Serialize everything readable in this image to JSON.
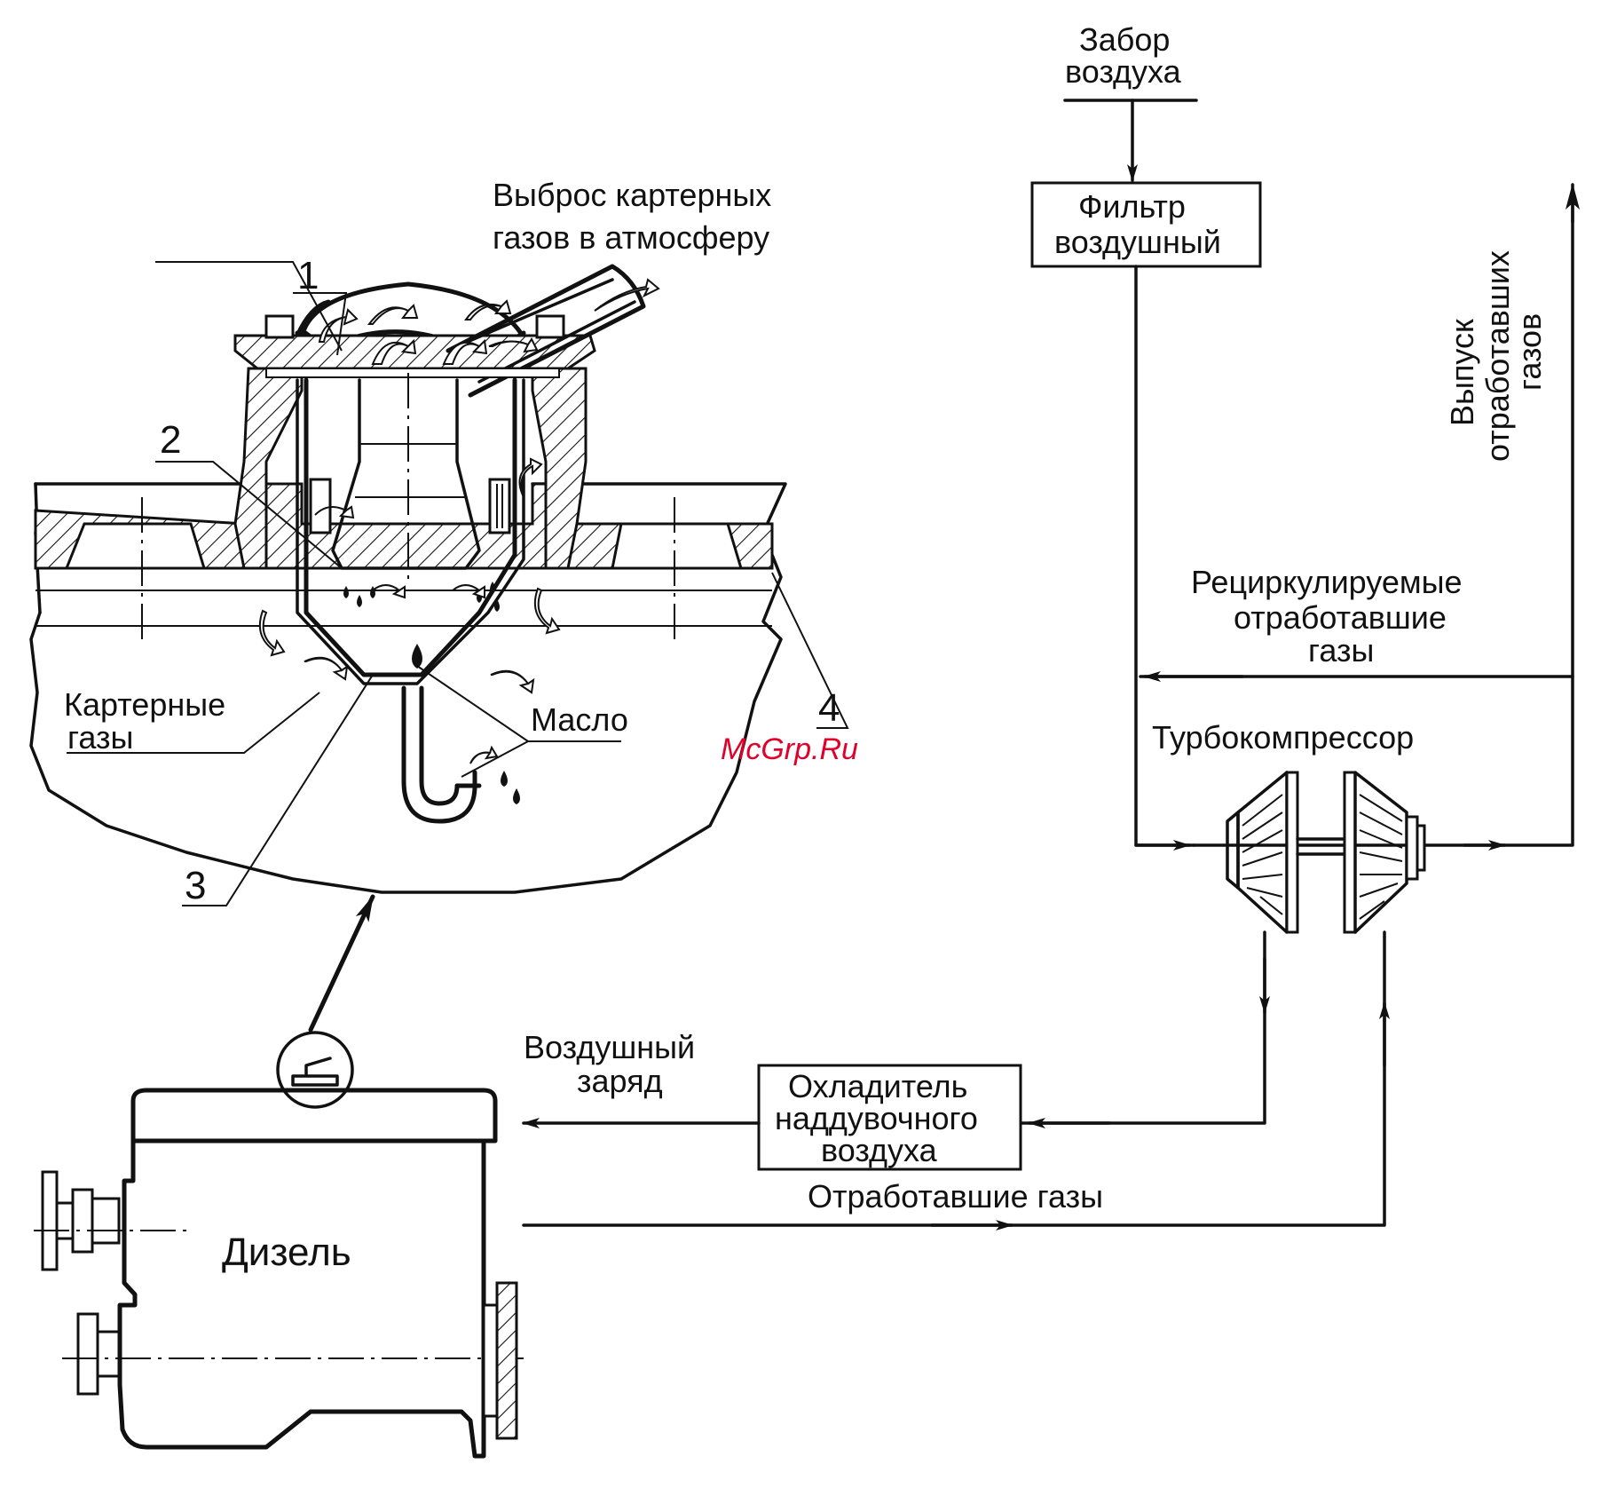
{
  "labels": {
    "crankcase_emission": [
      "Выброс картерных",
      "газов в атмосферу"
    ],
    "crankcase_gases": [
      "Картерные",
      "газы"
    ],
    "oil": "Масло",
    "air_intake": [
      "Забор",
      "воздуха"
    ],
    "air_filter": [
      "Фильтр",
      "воздушный"
    ],
    "exhaust_release": [
      "Выпуск",
      "отработавших",
      "газов"
    ],
    "recirculated": [
      "Рециркулируемые",
      "отработавшие",
      "газы"
    ],
    "turbocharger": "Турбокомпрессор",
    "air_charge": [
      "Воздушный",
      "заряд"
    ],
    "intercooler": [
      "Охладитель",
      "наддувочного",
      "воздуха"
    ],
    "exhaust_gases": "Отработавшие газы",
    "diesel": "Дизель"
  },
  "callouts": [
    "1",
    "2",
    "3",
    "4"
  ],
  "watermark": "McGrp.Ru"
}
